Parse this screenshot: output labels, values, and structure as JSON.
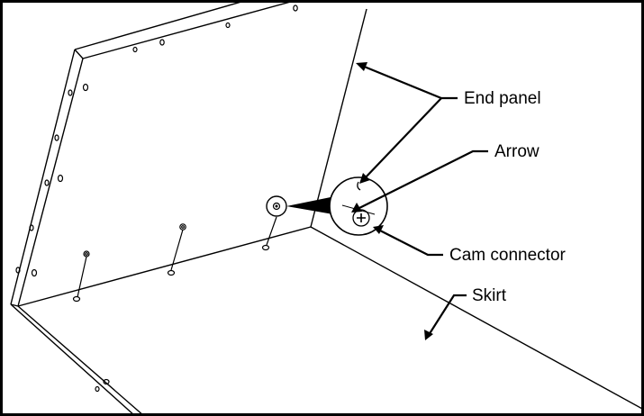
{
  "labels": {
    "end_panel": "End panel",
    "arrow": "Arrow",
    "cam_connector": "Cam connector",
    "skirt": "Skirt"
  },
  "colors": {
    "line": "#000000",
    "background": "#ffffff"
  }
}
